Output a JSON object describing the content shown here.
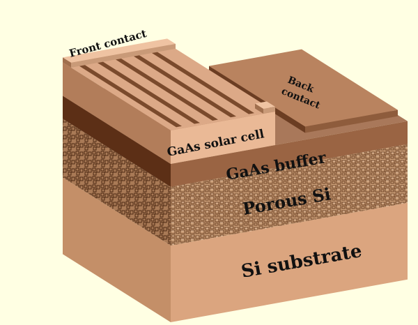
{
  "diagram": {
    "labels": {
      "front_contact": "Front contact",
      "back_contact_line1": "Back",
      "back_contact_line2": "contact",
      "solar_cell": "GaAs solar cell",
      "buffer": "GaAs buffer",
      "porous": "Porous Si",
      "substrate": "Si substrate"
    },
    "colors": {
      "background": "#ffffe3",
      "substrate_front": "#dba57f",
      "substrate_side": "#c48f68",
      "porous_front": "#c89c76",
      "porous_side": "#a97a56",
      "buffer_front": "#9a6443",
      "buffer_side": "#5c2f16",
      "buffer_top": "#a9785a",
      "cell_front": "#eab996",
      "cell_side": "#b27d5a",
      "cell_top": "#dca987",
      "back_contact_top": "#b9835f",
      "finger_dark": "#7a4a2c"
    }
  }
}
